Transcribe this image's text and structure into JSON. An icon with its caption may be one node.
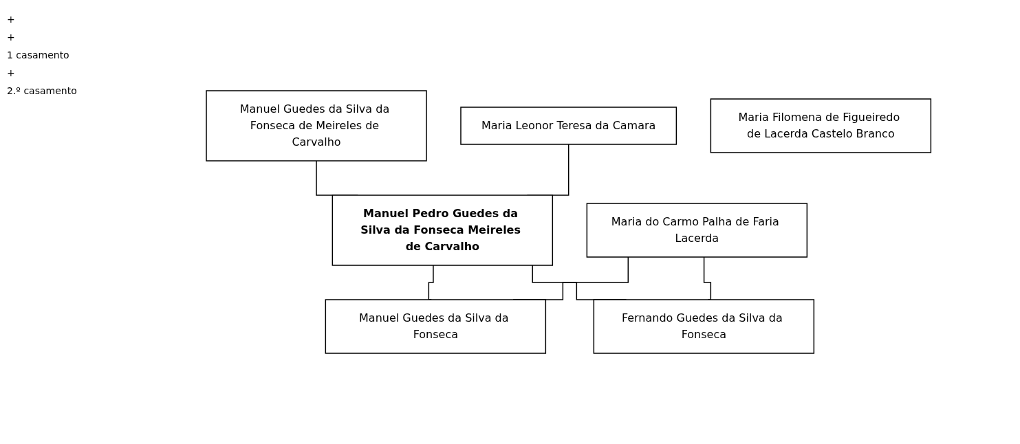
{
  "diagram": {
    "nodes": [
      {
        "text": [
          "Manuel Guedes da Silva da Fonseca de Meireles de Carvalho"
        ]
      },
      {
        "text": [
          "Maria Leonor Teresa da Camara"
        ]
      },
      {
        "text": [
          "Maria Filomena de Figueiredo de Lacerda Castelo Branco"
        ]
      },
      {
        "text": [
          "Manuel Pedro Guedes da Silva da Fonseca Meireles de Carvalho"
        ]
      },
      {
        "text": [
          "Maria do Carmo Palha de Faria Lacerda"
        ]
      },
      {
        "text": [
          "Manuel Guedes da Silva da Fonseca"
        ]
      },
      {
        "text": [
          "Fernando Guedes da Silva da Fonseca"
        ]
      }
    ],
    "edges": [
      {
        "from": 0,
        "to": 3,
        "arrow": "none"
      },
      {
        "from": 1,
        "to": 3,
        "arrow": "none"
      },
      {
        "from": 3,
        "to": 5,
        "arrow": "none"
      },
      {
        "from": 3,
        "to": 6,
        "arrow": "none"
      },
      {
        "from": 4,
        "to": 5,
        "arrow": "none"
      },
      {
        "from": 4,
        "to": 6,
        "arrow": "none"
      }
    ],
    "labels": [
      "+",
      "+",
      "1 casamento",
      "+",
      "2.º casamento"
    ]
  }
}
